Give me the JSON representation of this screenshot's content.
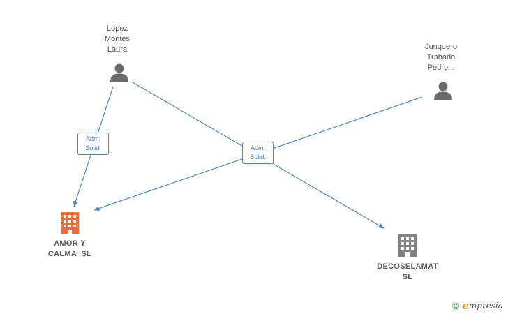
{
  "people": [
    {
      "id": "lopez",
      "name_lines": [
        "Lopez",
        "Montes",
        "Laura"
      ]
    },
    {
      "id": "junquero",
      "name_lines": [
        "Junquero",
        "Trabado",
        "Pedro..."
      ]
    }
  ],
  "companies": [
    {
      "id": "amor",
      "name_lines": [
        "AMOR Y",
        "CALMA  SL"
      ],
      "color": "#f26b35"
    },
    {
      "id": "decoselamat",
      "name_lines": [
        "DECOSELAMAT",
        "SL"
      ],
      "color": "#808080"
    }
  ],
  "edges": [
    {
      "from": "lopez",
      "to": "amor",
      "label_lines": [
        "Adm.",
        "Solid."
      ]
    },
    {
      "from": "junquero",
      "to": "amor",
      "label_lines": [
        "Adm.",
        "Solid."
      ]
    },
    {
      "from": "lopez",
      "to": "decoselamat"
    }
  ],
  "colors": {
    "edge": "#4a86d4",
    "person_icon": "#6b6b6b",
    "text": "#555555"
  },
  "brand": {
    "copyright_symbol": "©",
    "logo_initial": "e",
    "logo_rest": "mpresia"
  }
}
